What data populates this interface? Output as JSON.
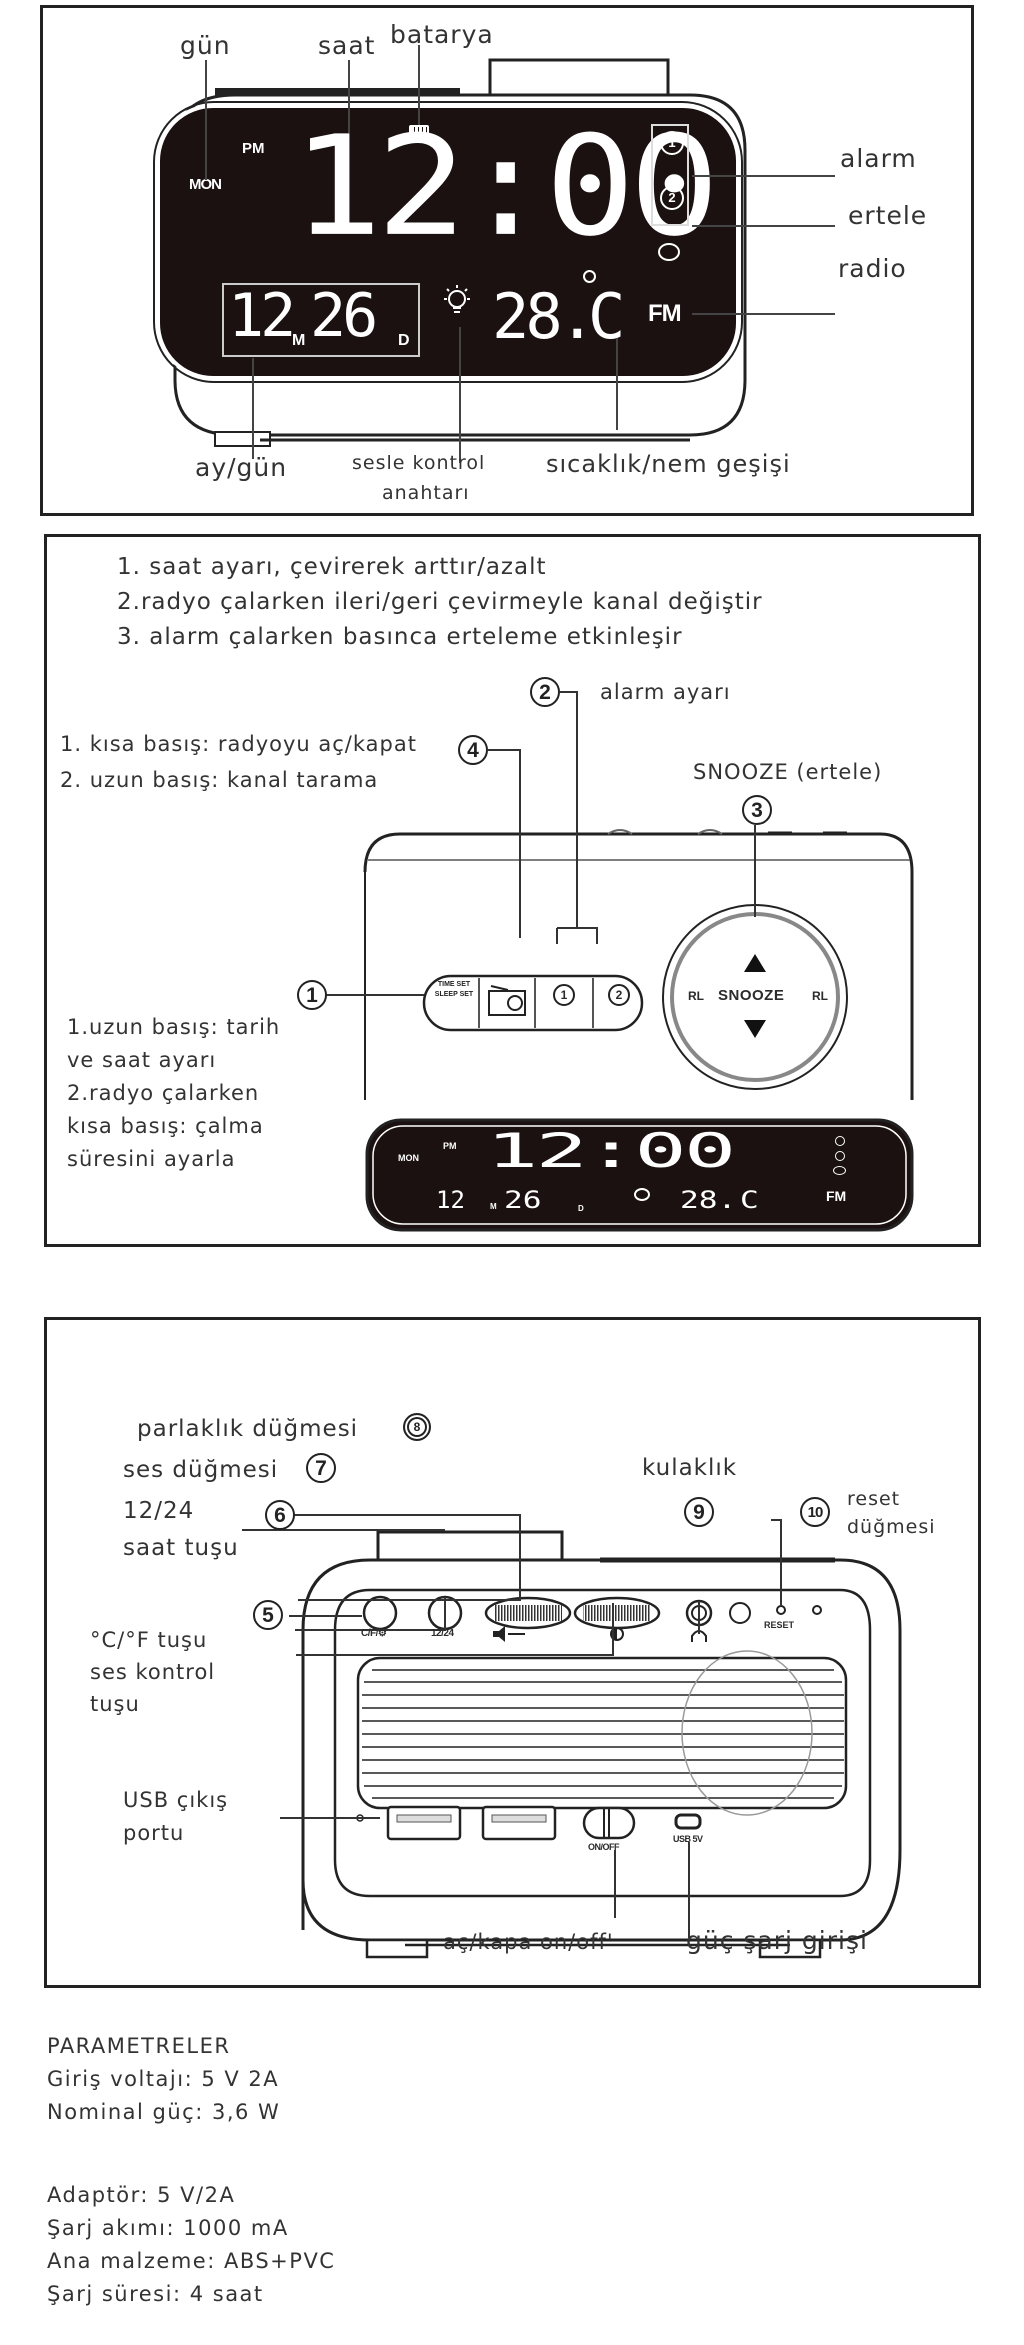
{
  "panel_top": {
    "labels": {
      "day": "gün",
      "clock": "saat",
      "battery": "batarya",
      "alarm": "alarm",
      "snooze": "ertele",
      "radio": "radio",
      "month_day": "ay/gün",
      "voice_control_line1": "sesle kontrol",
      "voice_control_line2": "anahtarı",
      "temp_humidity": "sıcaklık/nem geşişi"
    },
    "display": {
      "weekday": "MON",
      "ampm": "PM",
      "time": "12:00",
      "month": "12",
      "month_unit": "M",
      "day": "26",
      "day_unit": "D",
      "temperature": "28.",
      "temp_unit": "C",
      "band": "FM",
      "alarm1": "1",
      "alarm2": "2"
    }
  },
  "panel_middle": {
    "instructions": [
      "1. saat ayarı, çevirerek arttır/azalt",
      "2.radyo çalarken ileri/geri çevirmeyle kanal değiştir",
      "3. alarm çalarken basınca erteleme etkinleşir"
    ],
    "callouts": {
      "c2_number": "2",
      "c2_label": "alarm ayarı",
      "c4_number": "4",
      "c4_line1": "1. kısa basış: radyoyu aç/kapat",
      "c4_line2": "2. uzun basış: kanal tarama",
      "c3_number": "3",
      "c3_label": "SNOOZE (ertele)",
      "c1_number": "1",
      "c1_lines": [
        "1.uzun basış: tarih",
        "ve saat ayarı",
        "2.radyo çalarken",
        "kısa basış: çalma",
        "süresini ayarla"
      ]
    },
    "buttons": {
      "time_set_line1": "TIME SET",
      "time_set_line2": "SLEEP SET",
      "alarm1": "1",
      "alarm2": "2"
    },
    "dial": {
      "left": "RL",
      "center": "SNOOZE",
      "right": "RL"
    },
    "display": {
      "weekday": "MON",
      "ampm": "PM",
      "time": "12:00",
      "month": "12",
      "month_unit": "M",
      "day": "26",
      "day_unit": "D",
      "temperature": "28.",
      "temp_unit": "C",
      "band": "FM"
    }
  },
  "panel_bottom": {
    "callouts": {
      "c8_number": "8",
      "c8_label": "parlaklık düğmesi",
      "c7_number": "7",
      "c7_label": "ses düğmesi",
      "c6_number": "6",
      "c6_line1": "12/24",
      "c6_line2": "saat tuşu",
      "c5_number": "5",
      "c5_line1": "°C/°F tuşu",
      "c5_line2": "ses kontrol",
      "c5_line3": "tuşu",
      "c9_number": "9",
      "c9_label": "kulaklık",
      "c10_number": "10",
      "c10_line1": "reset",
      "c10_line2": "düğmesi",
      "usb_line1": "USB çıkış",
      "usb_line2": "portu",
      "power_switch": "aç/kapa on/off'",
      "charge_input": "güç şarj girişi"
    },
    "device_labels": {
      "cf": "C/F/⚙",
      "h1224": "12/24",
      "reset": "RESET",
      "onoff": "ON/OFF",
      "usb5v": "USB 5V"
    }
  },
  "parameters": {
    "title": "PARAMETRELER",
    "group1": [
      "Giriş voltajı: 5 V 2A",
      "Nominal güç: 3,6 W"
    ],
    "group2": [
      "Adaptör: 5 V/2A",
      "Şarj akımı: 1000 mA",
      "Ana malzeme: ABS+PVC",
      "Şarj süresi: 4 saat"
    ]
  }
}
